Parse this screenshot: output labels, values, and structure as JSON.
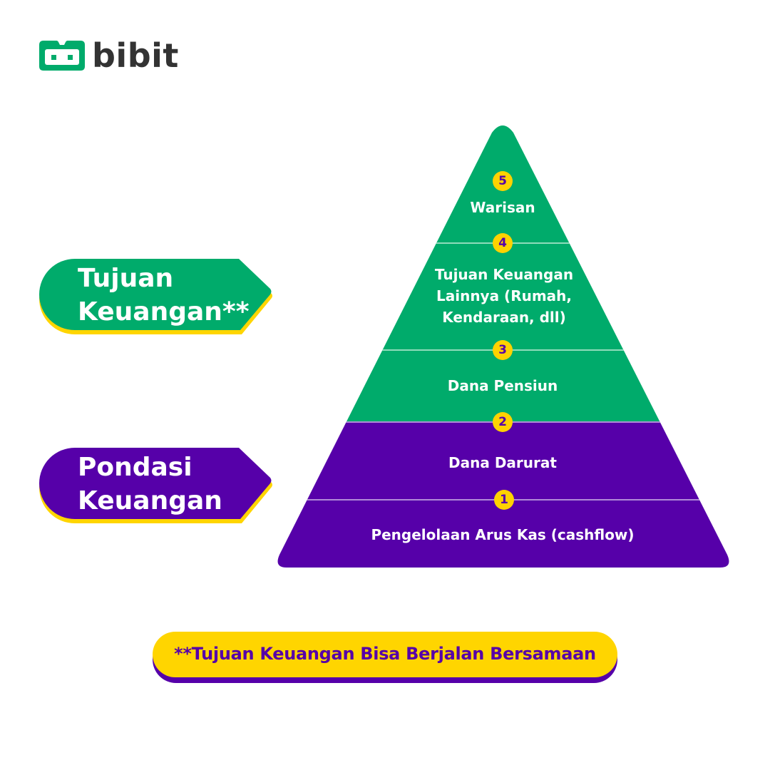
{
  "brand": {
    "name": "bibit",
    "logo_icon": "bibit-logo-icon",
    "green": "#00AB6B",
    "purple": "#5600A9",
    "yellow": "#FFD200",
    "text_dark": "#333333"
  },
  "tags": [
    {
      "id": "goals",
      "text": "Tujuan\nKeuangan**",
      "color": "#00AB6B",
      "shadow": "#FFD500"
    },
    {
      "id": "foundation",
      "text": "Pondasi\nKeuangan",
      "color": "#5600A9",
      "shadow": "#FFD500"
    }
  ],
  "pyramid": {
    "tiers": [
      {
        "number": "5",
        "label": "Warisan",
        "group": "goals"
      },
      {
        "number": "4",
        "label": "Tujuan Keuangan\nLainnya (Rumah,\nKendaraan, dll)",
        "group": "goals"
      },
      {
        "number": "3",
        "label": "Dana Pensiun",
        "group": "goals"
      },
      {
        "number": "2",
        "label": "Dana Darurat",
        "group": "foundation"
      },
      {
        "number": "1",
        "label": "Pengelolaan Arus Kas (cashflow)",
        "group": "foundation"
      }
    ]
  },
  "footnote": "**Tujuan Keuangan Bisa Berjalan Bersamaan"
}
